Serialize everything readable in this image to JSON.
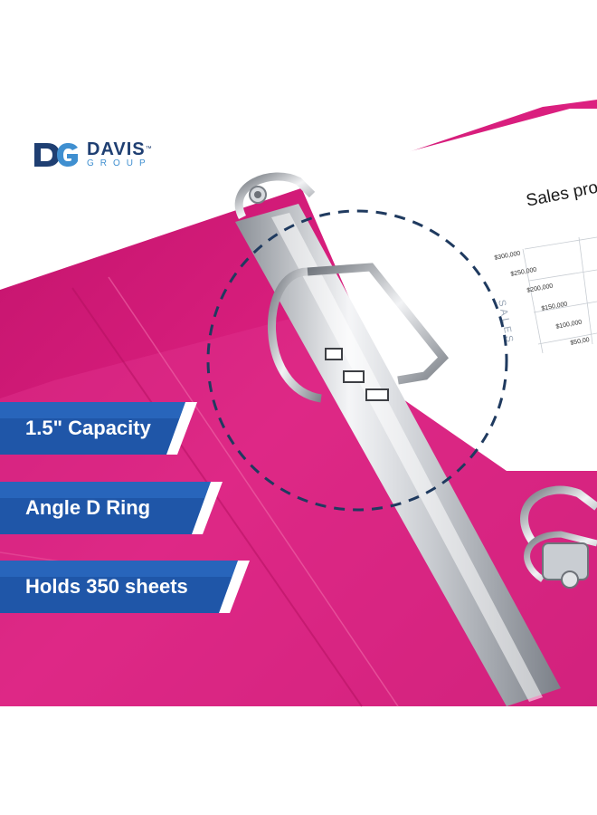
{
  "brand": {
    "name": "DAVIS",
    "trademark": "™",
    "subname": "GROUP",
    "colors": {
      "navy": "#1f3f72",
      "blue": "#3f8fd0"
    }
  },
  "features": [
    {
      "label": "1.5\" Capacity"
    },
    {
      "label": "Angle D Ring"
    },
    {
      "label": "Holds 350 sheets"
    }
  ],
  "document": {
    "title": "Sales pro",
    "axis_label": "SALES",
    "ticks": [
      "$300,000",
      "$250,000",
      "$200,000",
      "$150,000",
      "$100,000",
      "$50,00"
    ]
  },
  "colors": {
    "binder_pink": "#d81b7a",
    "badge_blue": "#1f56a8",
    "dash_navy": "#1f3a5f"
  }
}
